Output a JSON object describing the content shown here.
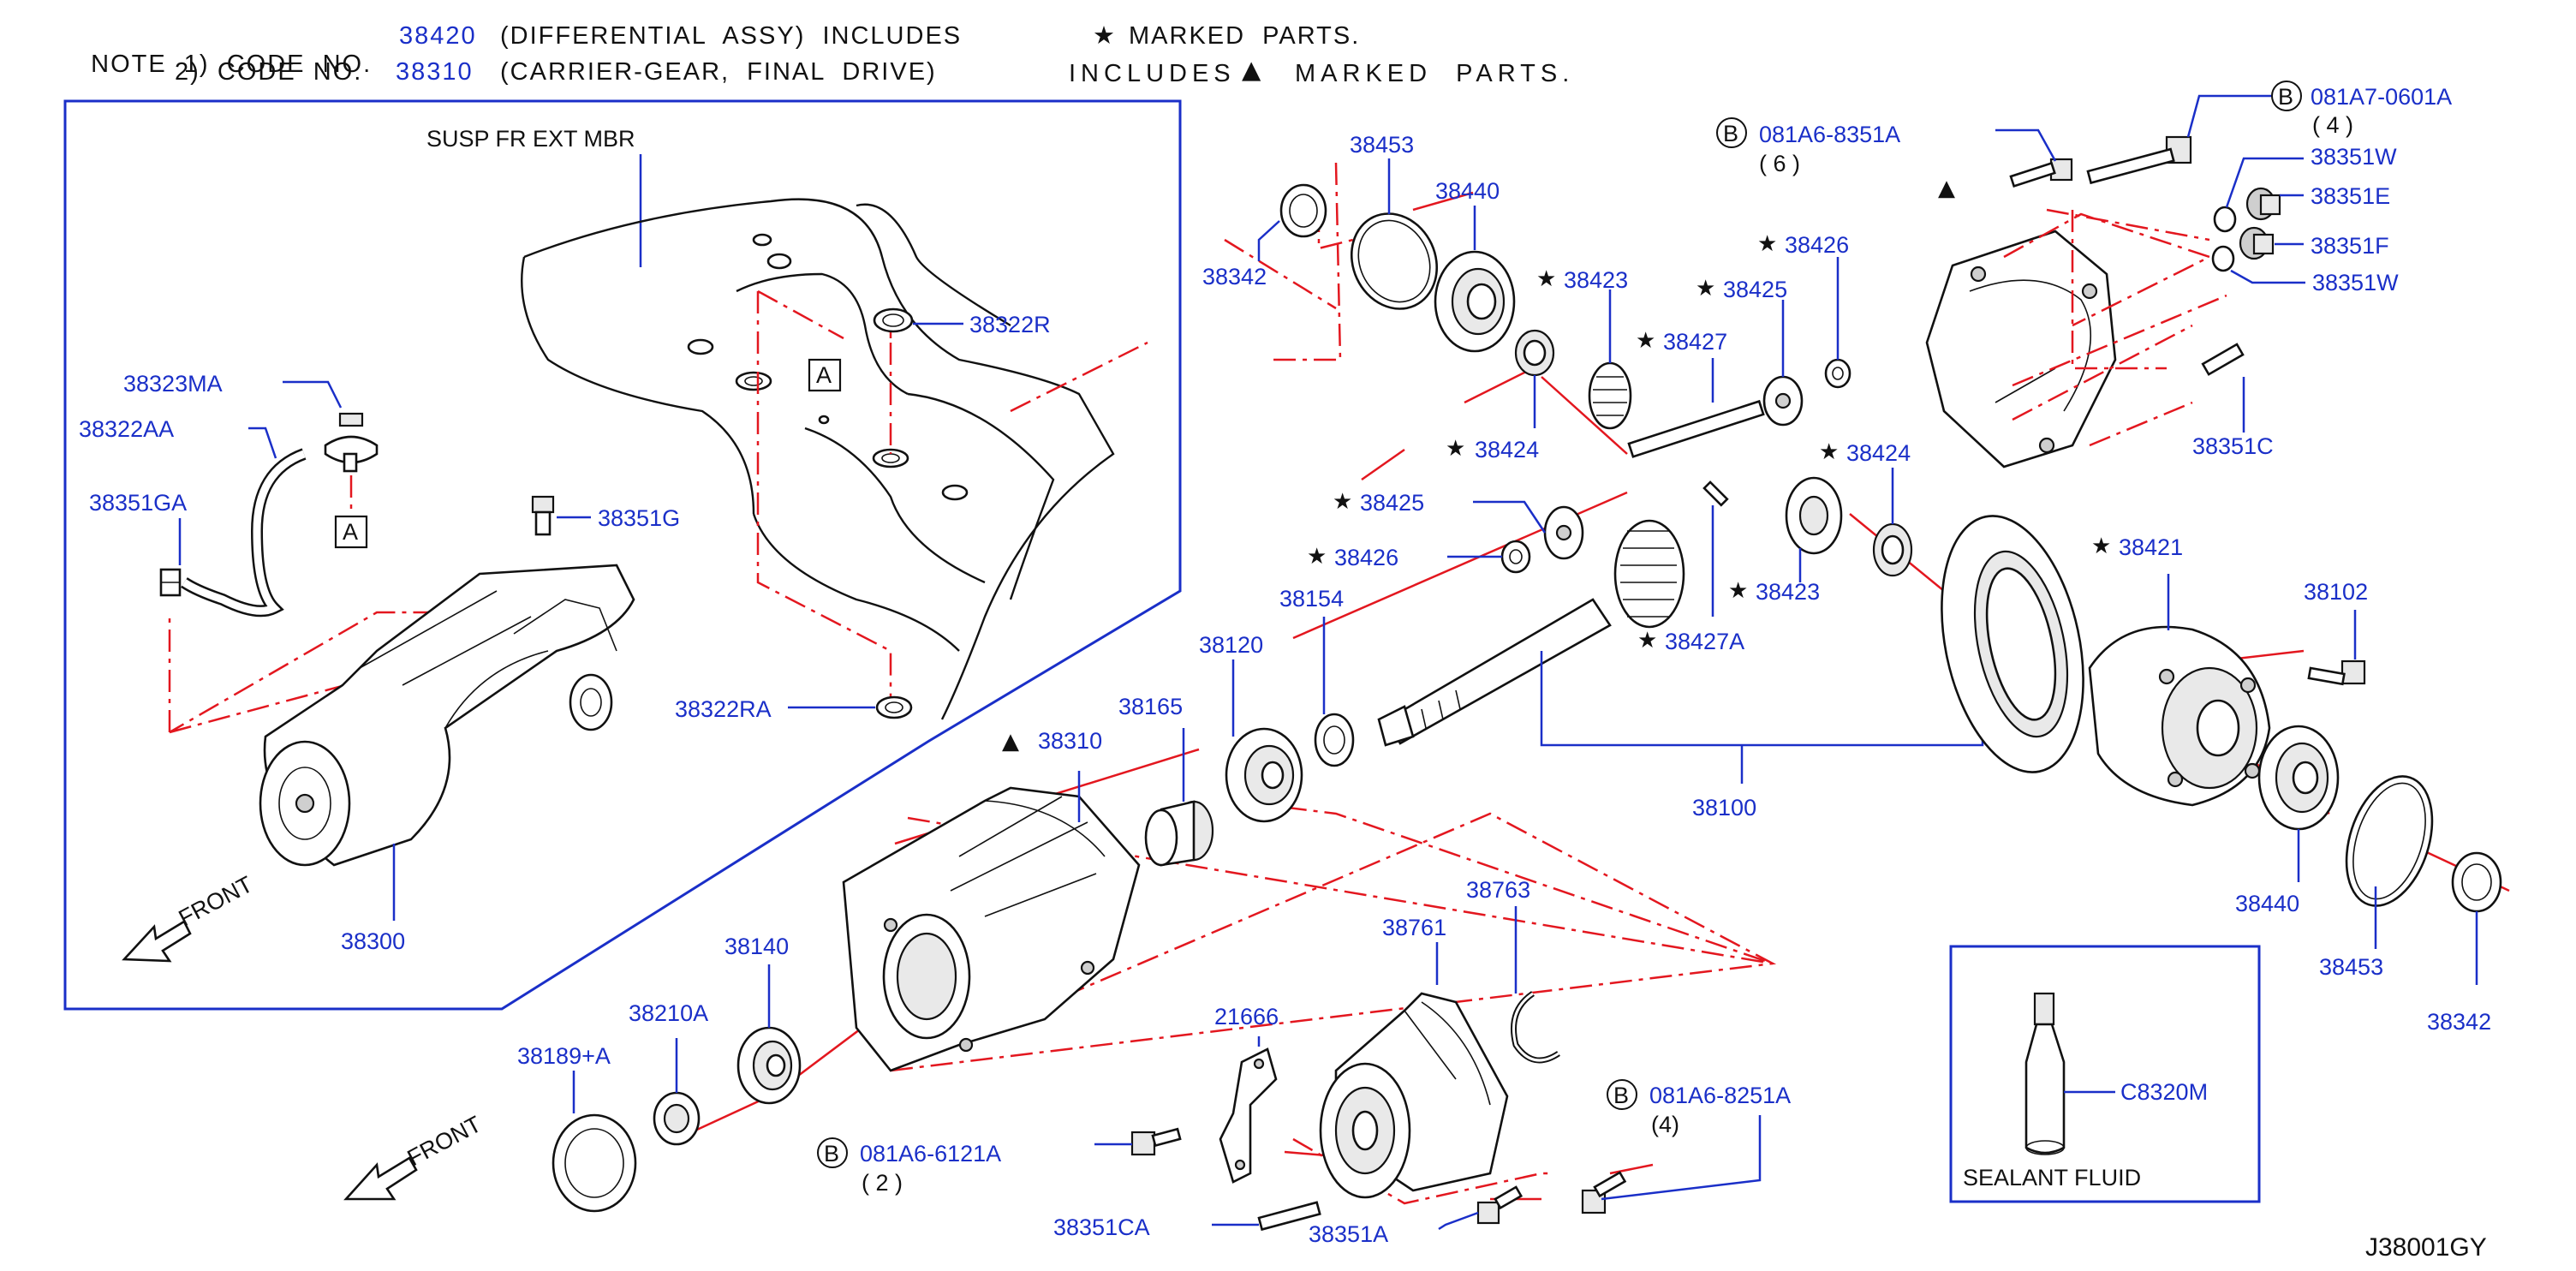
{
  "notes": {
    "n1_prefix": "NOTE  1)  CODE  NO.",
    "n1_code": "38420",
    "n1_text": "(DIFFERENTIAL  ASSY)  INCLUDES",
    "n1_mark": "MARKED  PARTS.",
    "n2_prefix": "2)  CODE  NO.",
    "n2_code": "38310",
    "n2_text": "(CARRIER-GEAR,  FINAL  DRIVE)",
    "n2_includes": "INCLUDES",
    "n2_mark": "MARKED  PARTS."
  },
  "inset": {
    "title": "SUSP  FR  EXT  MBR",
    "ref_a": "A",
    "front": "FRONT"
  },
  "callouts": {
    "c38322R": "38322R",
    "c38323MA": "38323MA",
    "c38322AA": "38322AA",
    "c38351GA": "38351GA",
    "c38351G": "38351G",
    "c38322RA": "38322RA",
    "c38300": "38300",
    "c38453a": "38453",
    "c38342a": "38342",
    "c38440a": "38440",
    "c38423a": "38423",
    "c38425a": "38425",
    "c38426a": "38426",
    "c38427": "38427",
    "c38424a": "38424",
    "c38424b": "38424",
    "c38425b": "38425",
    "c38426b": "38426",
    "c38423b": "38423",
    "c38427A": "38427A",
    "c38154": "38154",
    "c38120": "38120",
    "c38165": "38165",
    "c38310": "38310",
    "c38100": "38100",
    "c38421": "38421",
    "c38102": "38102",
    "c38440b": "38440",
    "c38453b": "38453",
    "c38342b": "38342",
    "c38351W1": "38351W",
    "c38351E": "38351E",
    "c38351F": "38351F",
    "c38351W2": "38351W",
    "c38351C": "38351C",
    "c38140": "38140",
    "c38210A": "38210A",
    "c38189A": "38189+A",
    "c21666": "21666",
    "c38761": "38761",
    "c38763": "38763",
    "c38351CA": "38351CA",
    "c38351A": "38351A",
    "c_front2": "FRONT",
    "c_sealant_code": "C8320M",
    "c_sealant": "SEALANT   FLUID",
    "c_diagram_id": "J38001GY"
  },
  "bolts": {
    "b1_code": "081A6-8351A",
    "b1_qty": "( 6 )",
    "b2_code": "081A7-0601A",
    "b2_qty": "( 4 )",
    "b3_code": "081A6-6121A",
    "b3_qty": "( 2 )",
    "b4_code": "081A6-8251A",
    "b4_qty": "(4)",
    "circle_letter": "B"
  },
  "colors": {
    "callout": "#1a2fc8",
    "leader_dash": "#e3171f",
    "outline": "#111111"
  }
}
